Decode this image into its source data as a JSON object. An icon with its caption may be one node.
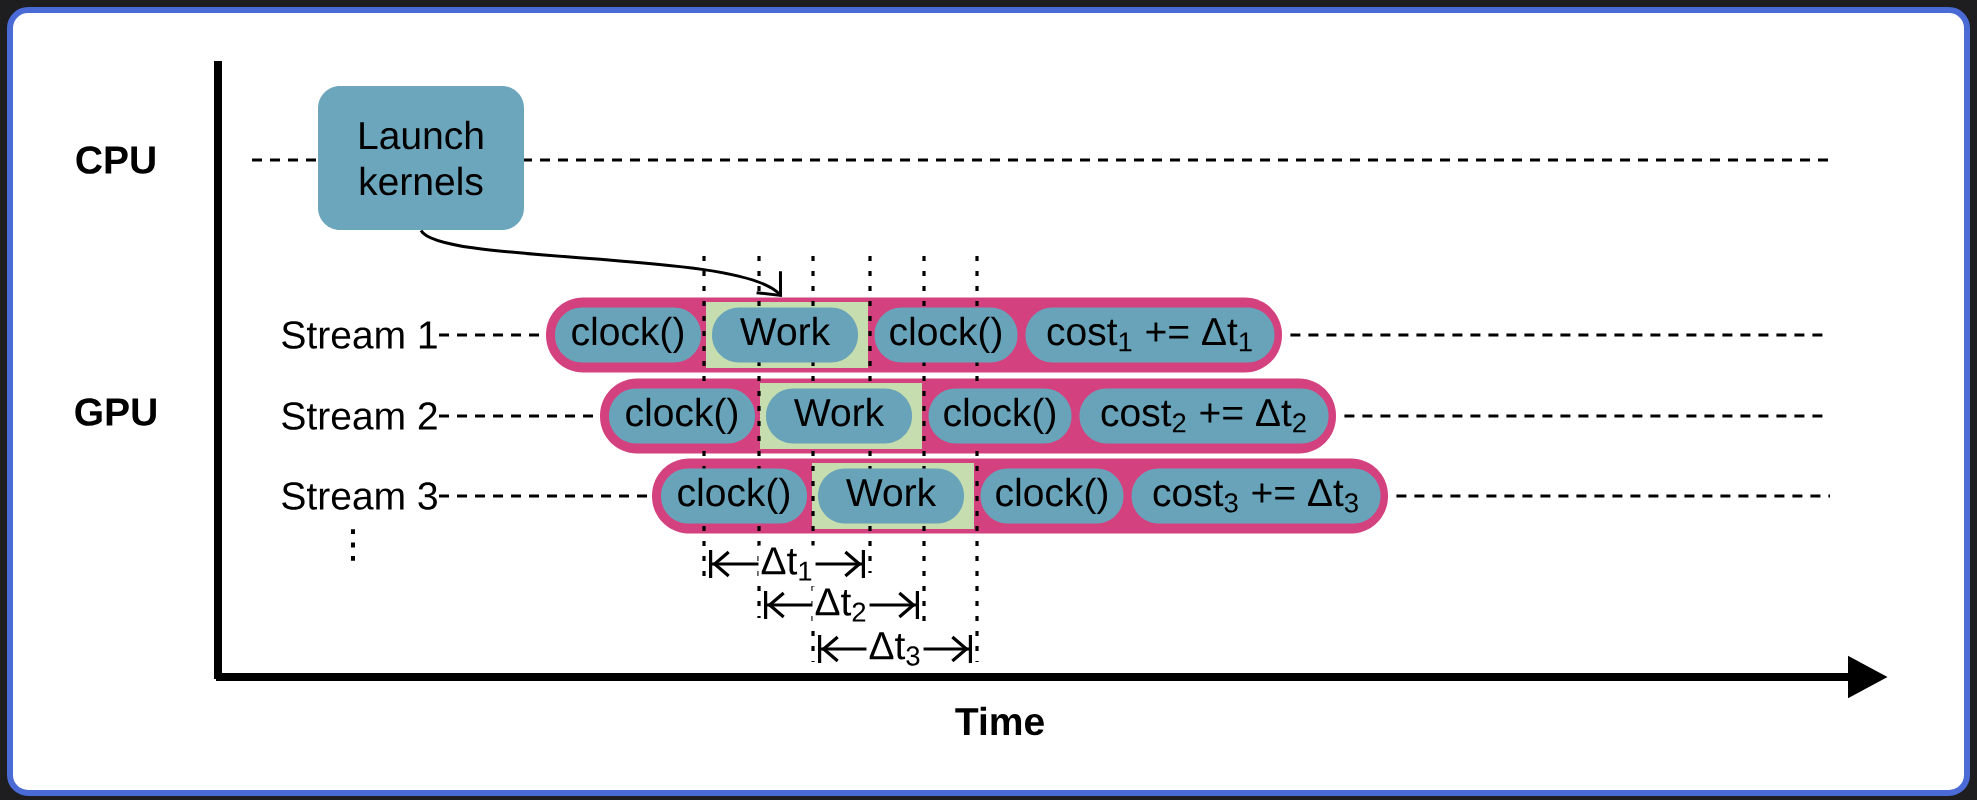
{
  "diagram": {
    "nodes": [
      {
        "text": [
          "Launch kernels"
        ]
      },
      {
        "text": [
          "Stream 1"
        ]
      },
      {
        "text": [],
        "shape": "bar"
      },
      {
        "text": [
          "clock()"
        ],
        "in": 2
      },
      {
        "text": [],
        "shape": "box",
        "in": 2
      },
      {
        "text": [
          "Work"
        ],
        "in": 4
      },
      {
        "text": [
          "clock()"
        ],
        "in": 2
      },
      {
        "text": [
          "cost$_{1}$ += Δt$_{1}$"
        ],
        "in": 2
      },
      {
        "text": [
          "Stream 2"
        ]
      },
      {
        "text": [],
        "shape": "bar"
      },
      {
        "text": [
          "clock()"
        ],
        "in": 9
      },
      {
        "text": [],
        "shape": "box",
        "in": 9
      },
      {
        "text": [
          "Work"
        ],
        "in": 11
      },
      {
        "text": [
          "clock()"
        ],
        "in": 9
      },
      {
        "text": [
          "cost$_{2}$ += Δt$_{2}$"
        ],
        "in": 9
      },
      {
        "text": [
          "Stream 3"
        ]
      },
      {
        "text": [],
        "shape": "bar"
      },
      {
        "text": [
          "clock()"
        ],
        "in": 16
      },
      {
        "text": [],
        "shape": "box",
        "in": 16
      },
      {
        "text": [
          "Work"
        ],
        "in": 18
      },
      {
        "text": [
          "clock()"
        ],
        "in": 16
      },
      {
        "text": [
          "cost$_{3}$ += Δt$_{3}$"
        ],
        "in": 16
      }
    ],
    "edges": [
      {
        "from": 0,
        "to": 2,
        "arrow": "to"
      },
      {
        "from": 1,
        "to": 2,
        "arrow": "none",
        "style": "dashed"
      },
      {
        "from": 8,
        "to": 9,
        "arrow": "none",
        "style": "dashed"
      },
      {
        "from": 15,
        "to": 16,
        "arrow": "none",
        "style": "dashed"
      }
    ],
    "labels": [
      "CPU",
      "GPU",
      "⋮",
      "Δt$_{1}$",
      "Δt$_{2}$",
      "Δt$_{3}$",
      "Time"
    ]
  }
}
